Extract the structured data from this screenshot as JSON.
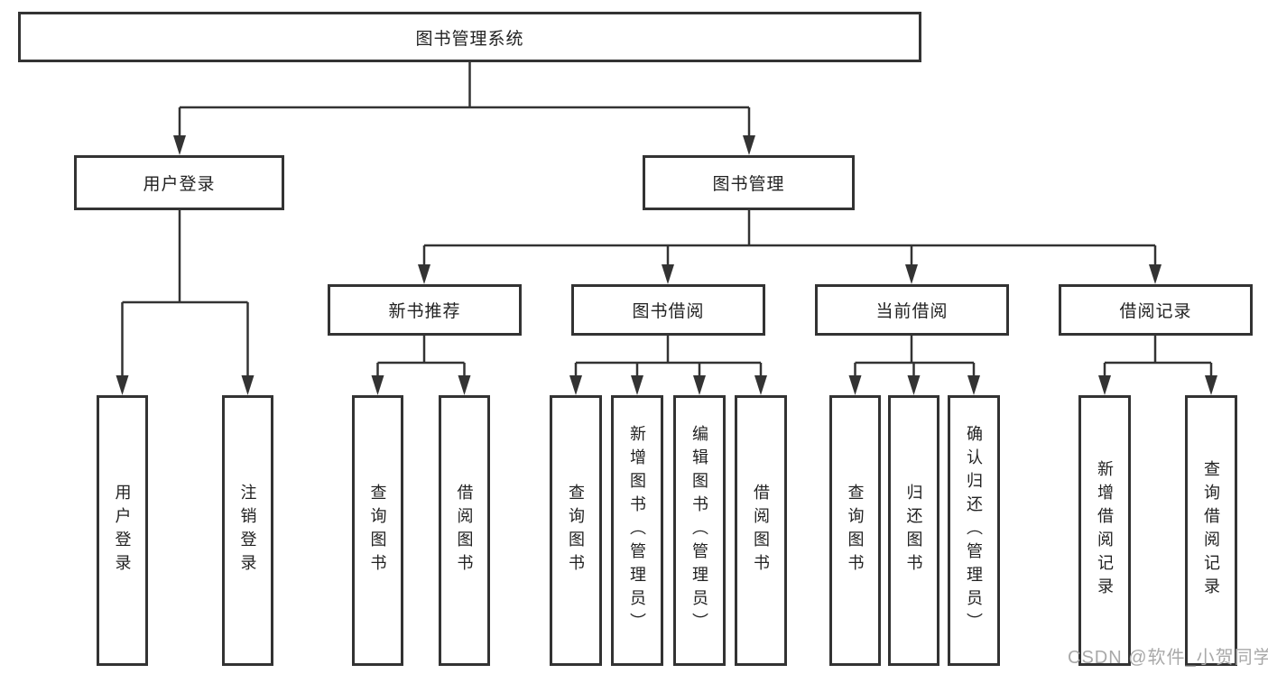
{
  "diagram_title": "图书管理系统",
  "tree": {
    "label": "图书管理系统",
    "children": [
      {
        "label": "用户登录",
        "children": [
          {
            "label": "用户登录"
          },
          {
            "label": "注销登录"
          }
        ]
      },
      {
        "label": "图书管理",
        "children": [
          {
            "label": "新书推荐",
            "children": [
              {
                "label": "查询图书"
              },
              {
                "label": "借阅图书"
              }
            ]
          },
          {
            "label": "图书借阅",
            "children": [
              {
                "label": "查询图书"
              },
              {
                "label": "新增图书（管理员）"
              },
              {
                "label": "编辑图书（管理员）"
              },
              {
                "label": "借阅图书"
              }
            ]
          },
          {
            "label": "当前借阅",
            "children": [
              {
                "label": "查询图书"
              },
              {
                "label": "归还图书"
              },
              {
                "label": "确认归还（管理员）"
              }
            ]
          },
          {
            "label": "借阅记录",
            "children": [
              {
                "label": "新增借阅记录"
              },
              {
                "label": "查询借阅记录"
              }
            ]
          }
        ]
      }
    ]
  },
  "watermark": "CSDN @软件_小贺同学",
  "colors": {
    "line": "#333333",
    "box_border": "#333333",
    "text": "#222222",
    "watermark": "#a9a9a9",
    "background": "#ffffff"
  }
}
